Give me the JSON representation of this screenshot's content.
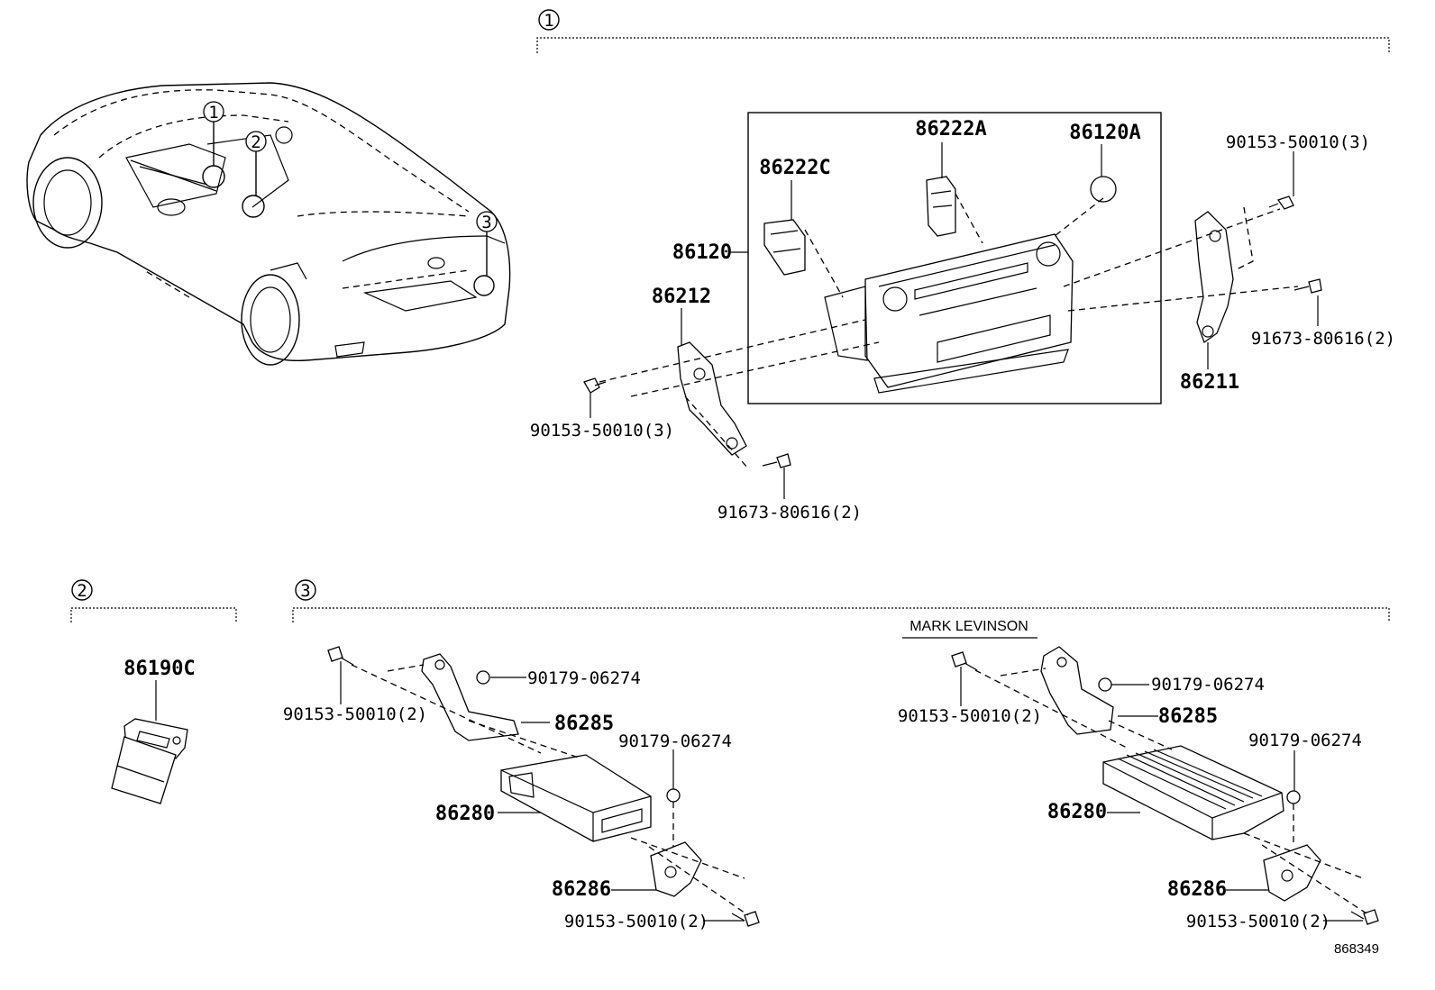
{
  "section_markers": {
    "s1": "1",
    "s2": "2",
    "s3": "3"
  },
  "vehicle_callouts": [
    "1",
    "2",
    "3"
  ],
  "section1": {
    "parts": {
      "p86222A": "86222A",
      "p86120A": "86120A",
      "p86222C": "86222C",
      "p86120": "86120",
      "p86212": "86212",
      "p86211": "86211",
      "bolt_left": "90153-50010(3)",
      "bolt_right": "90153-50010(3)",
      "screw_right": "91673-80616(2)",
      "screw_left": "91673-80616(2)"
    }
  },
  "section2": {
    "parts": {
      "p86190C": "86190C"
    }
  },
  "section3": {
    "variant_label": "MARK LEVINSON",
    "standard": {
      "bolt_top": "90153-50010(2)",
      "nut_top": "90179-06274",
      "bracket_top": "86285",
      "nut_right": "90179-06274",
      "amplifier": "86280",
      "bracket_bottom": "86286",
      "bolt_bottom": "90153-50010(2)"
    },
    "mark_levinson": {
      "bolt_top": "90153-50010(2)",
      "nut_top": "90179-06274",
      "bracket_top": "86285",
      "nut_right": "90179-06274",
      "amplifier": "86280",
      "bracket_bottom": "86286",
      "bolt_bottom": "90153-50010(2)"
    }
  },
  "figure_id": "868349"
}
